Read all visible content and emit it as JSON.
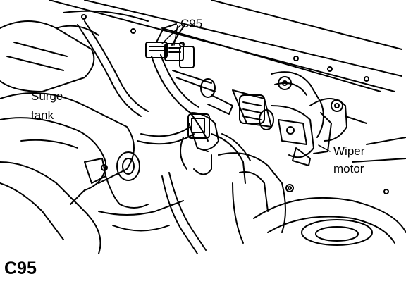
{
  "callouts": {
    "connector": "C95",
    "surge_tank": "Surge\ntank",
    "surge_tank_line1": "Surge",
    "surge_tank_line2": "tank",
    "wiper_motor_line1": "Wiper",
    "wiper_motor_line2": "motor"
  },
  "caption": "C95",
  "colors": {
    "ink": "#000000",
    "paper": "#ffffff"
  }
}
